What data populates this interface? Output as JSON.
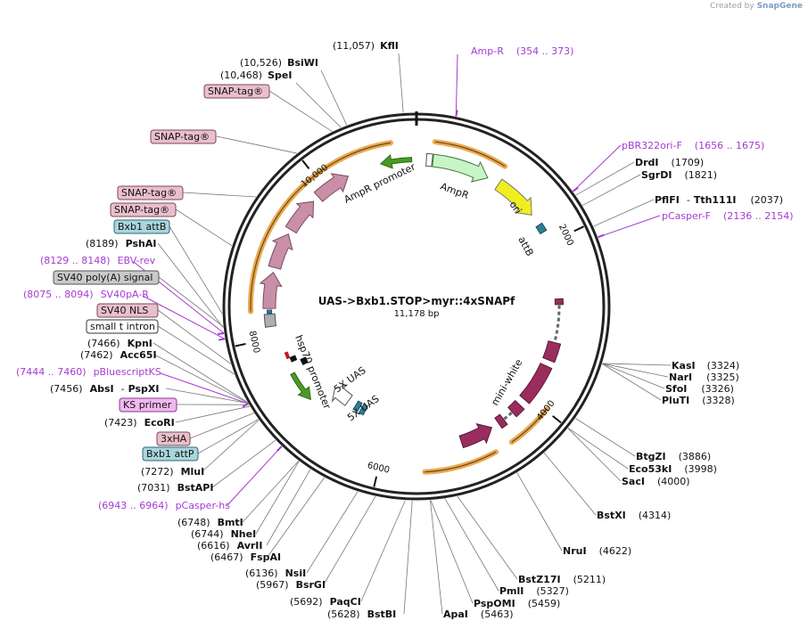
{
  "credit": {
    "prefix": "Created by",
    "brand": "SnapGene"
  },
  "plasmid": {
    "name": "UAS->Bxb1.STOP>myr::4xSNAPf",
    "size_label": "11,178 bp",
    "length": 11178
  },
  "ticks": [
    "2000",
    "4000",
    "6000",
    "8000",
    "10,000"
  ],
  "colors": {
    "backbone": "#222222",
    "snap_tag": "#c98fa9",
    "mini_white": "#9a2d5e",
    "ampr": "#c8f5c8",
    "ori": "#f0ee20",
    "attb": "#2e7f96",
    "promoter_arrow": "#4a9b26",
    "orange_track": "#e8a040",
    "primer": "#a53bd1",
    "hsp70": "#c11a1a"
  },
  "features": [
    {
      "label": "AmpR promoter"
    },
    {
      "label": "AmpR"
    },
    {
      "label": "ori"
    },
    {
      "label": "attB"
    },
    {
      "label": "mini-white"
    },
    {
      "label": "hsp70 promoter"
    },
    {
      "label": "5X UAS"
    },
    {
      "label": "5X UAS"
    }
  ],
  "sites": [
    {
      "name": "KflI",
      "pos": "(11,057)"
    },
    {
      "name": "BsiWI",
      "pos": "(10,526)"
    },
    {
      "name": "SpeI",
      "pos": "(10,468)"
    },
    {
      "name": "DrdI",
      "pos": "(1709)"
    },
    {
      "name": "SgrDI",
      "pos": "(1821)"
    },
    {
      "name": "PflFI",
      "prefix": "-",
      "name2": "Tth111I",
      "pos": "(2037)"
    },
    {
      "name": "KasI",
      "pos": "(3324)"
    },
    {
      "name": "NarI",
      "pos": "(3325)"
    },
    {
      "name": "SfoI",
      "pos": "(3326)"
    },
    {
      "name": "PluTI",
      "pos": "(3328)"
    },
    {
      "name": "BtgZI",
      "pos": "(3886)"
    },
    {
      "name": "Eco53kI",
      "pos": "(3998)"
    },
    {
      "name": "SacI",
      "pos": "(4000)"
    },
    {
      "name": "BstXI",
      "pos": "(4314)"
    },
    {
      "name": "NruI",
      "pos": "(4622)"
    },
    {
      "name": "BstZ17I",
      "pos": "(5211)"
    },
    {
      "name": "PmlI",
      "pos": "(5327)"
    },
    {
      "name": "PspOMI",
      "pos": "(5459)"
    },
    {
      "name": "ApaI",
      "pos": "(5463)"
    },
    {
      "name": "BstBI",
      "pos": "(5628)"
    },
    {
      "name": "PaqCI",
      "pos": "(5692)"
    },
    {
      "name": "BsrGI",
      "pos": "(5967)"
    },
    {
      "name": "NsiI",
      "pos": "(6136)"
    },
    {
      "name": "FspAI",
      "pos": "(6467)"
    },
    {
      "name": "AvrII",
      "pos": "(6616)"
    },
    {
      "name": "NheI",
      "pos": "(6744)"
    },
    {
      "name": "BmtI",
      "pos": "(6748)"
    },
    {
      "name": "BstAPI",
      "pos": "(7031)"
    },
    {
      "name": "MluI",
      "pos": "(7272)"
    },
    {
      "name": "EcoRI",
      "pos": "(7423)"
    },
    {
      "name": "AbsI",
      "prefix": "-",
      "name2": "PspXI",
      "pos": "(7456)"
    },
    {
      "name": "Acc65I",
      "pos": "(7462)"
    },
    {
      "name": "KpnI",
      "pos": "(7466)"
    },
    {
      "name": "PshAI",
      "pos": "(8189)"
    }
  ],
  "primers": [
    {
      "name": "Amp-R",
      "range": "(354 .. 373)"
    },
    {
      "name": "pBR322ori-F",
      "range": "(1656 .. 1675)"
    },
    {
      "name": "pCasper-F",
      "range": "(2136 .. 2154)"
    },
    {
      "name": "EBV-rev",
      "range": "(8129 .. 8148)"
    },
    {
      "name": "SV40pA-R",
      "range": "(8075 .. 8094)"
    },
    {
      "name": "pBluescriptKS",
      "range": "(7444 .. 7460)"
    },
    {
      "name": "pCasper-hs",
      "range": "(6943 .. 6964)"
    }
  ],
  "boxes": [
    {
      "label": "SNAP-tag®"
    },
    {
      "label": "SNAP-tag®"
    },
    {
      "label": "SNAP-tag®"
    },
    {
      "label": "SNAP-tag®"
    },
    {
      "label": "Bxb1 attB"
    },
    {
      "label": "SV40 poly(A) signal"
    },
    {
      "label": "SV40 NLS"
    },
    {
      "label": "small t intron"
    },
    {
      "label": "KS primer"
    },
    {
      "label": "3xHA"
    },
    {
      "label": "Bxb1 attP"
    }
  ]
}
